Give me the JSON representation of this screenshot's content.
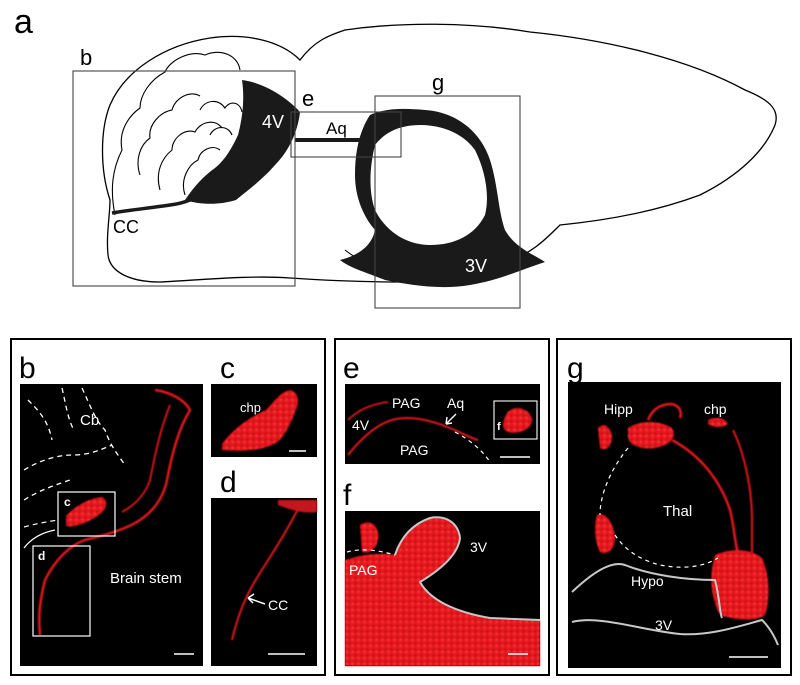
{
  "panel_a": {
    "letter": "a",
    "box_labels": {
      "b": "b",
      "e": "e",
      "g": "g"
    },
    "region_labels": {
      "v4": "4V",
      "aq": "Aq",
      "cc": "CC",
      "v3": "3V"
    }
  },
  "panel_b": {
    "letter": "b",
    "cb": "Cb",
    "brain_stem": "Brain stem",
    "inset_c": "c",
    "inset_d": "d"
  },
  "panel_c": {
    "letter": "c",
    "chp": "chp"
  },
  "panel_d": {
    "letter": "d",
    "cc": "CC"
  },
  "panel_e": {
    "letter": "e",
    "pag_top": "PAG",
    "aq": "Aq",
    "v4": "4V",
    "pag_bottom": "PAG",
    "inset_f": "f"
  },
  "panel_f": {
    "letter": "f",
    "pag": "PAG",
    "v3": "3V"
  },
  "panel_g": {
    "letter": "g",
    "hipp": "Hipp",
    "chp": "chp",
    "thal": "Thal",
    "hypo": "Hypo",
    "v3": "3V"
  },
  "colors": {
    "stain": "#e8141b",
    "outline": "#c8c8c8",
    "image_bg": "#000000"
  }
}
